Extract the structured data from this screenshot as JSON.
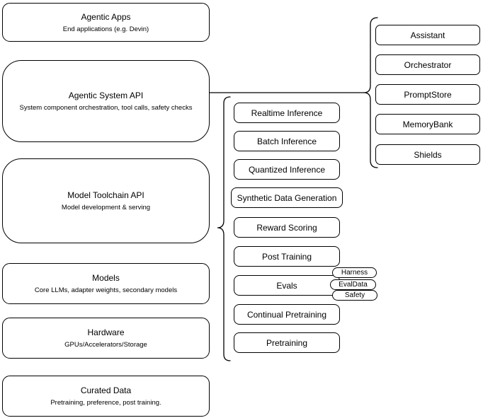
{
  "diagram": {
    "background": "#ffffff",
    "stroke_color": "#000000",
    "text_color": "#000000",
    "stack": [
      {
        "title": "Agentic Apps",
        "subtitle": "End applications (e.g. Devin)"
      },
      {
        "title": "Agentic System API",
        "subtitle": "System component orchestration, tool calls, safety checks"
      },
      {
        "title": "Model Toolchain API",
        "subtitle": "Model development & serving"
      },
      {
        "title": "Models",
        "subtitle": "Core LLMs, adapter weights, secondary models"
      },
      {
        "title": "Hardware",
        "subtitle": "GPUs/Accelerators/Storage"
      },
      {
        "title": "Curated Data",
        "subtitle": "Pretraining, preference, post training."
      }
    ],
    "toolchain_items": [
      "Realtime Inference",
      "Batch Inference",
      "Quantized Inference",
      "Synthetic Data Generation",
      "Reward Scoring",
      "Post Training",
      "Evals",
      "Continual Pretraining",
      "Pretraining"
    ],
    "eval_tags": [
      "Harness",
      "EvalData",
      "Safety"
    ],
    "system_components": [
      "Assistant",
      "Orchestrator",
      "PromptStore",
      "MemoryBank",
      "Shields"
    ]
  }
}
